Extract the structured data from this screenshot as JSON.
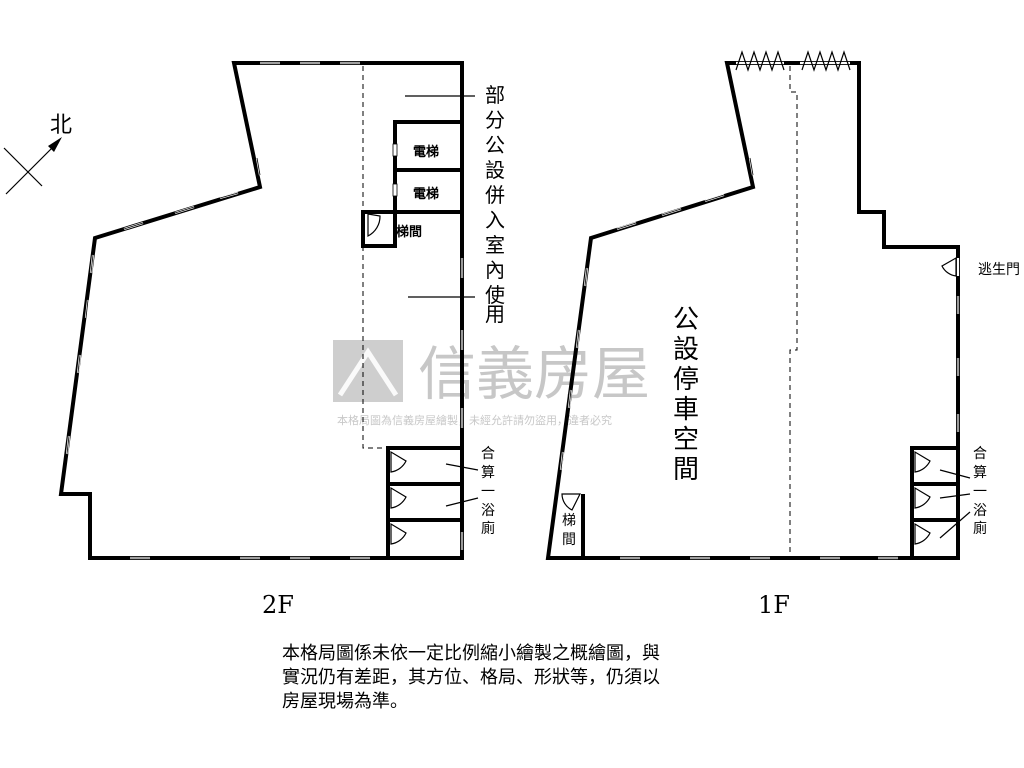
{
  "north_label": "北",
  "floor2": {
    "name": "2F",
    "rooms": {
      "elevator_1": "電梯",
      "elevator_2": "電梯",
      "stairs": "梯間"
    },
    "annotation_public": [
      "部",
      "分",
      "公",
      "設",
      "併",
      "入",
      "室",
      "內",
      "使",
      "用"
    ],
    "annotation_bath": [
      "合",
      "算",
      "一",
      "浴",
      "廁"
    ]
  },
  "floor1": {
    "name": "1F",
    "rooms": {
      "stairs": [
        "梯",
        "間"
      ],
      "parking": [
        "公",
        "設",
        "停",
        "車",
        "空",
        "間"
      ]
    },
    "exit_door": "逃生門",
    "annotation_bath": [
      "合",
      "算",
      "一",
      "浴",
      "廁"
    ]
  },
  "watermark": {
    "brand": "信義房屋",
    "notice": "本格局圖為信義房屋繪製，未經允許請勿盜用，違者必究"
  },
  "disclaimer": [
    "本格局圖係未依一定比例縮小繪製之概繪圖，與",
    "實況仍有差距，其方位、格局、形狀等，仍須以",
    "房屋現場為準。"
  ],
  "colors": {
    "wall": "#000000",
    "watermark": "#9a9a9a"
  }
}
